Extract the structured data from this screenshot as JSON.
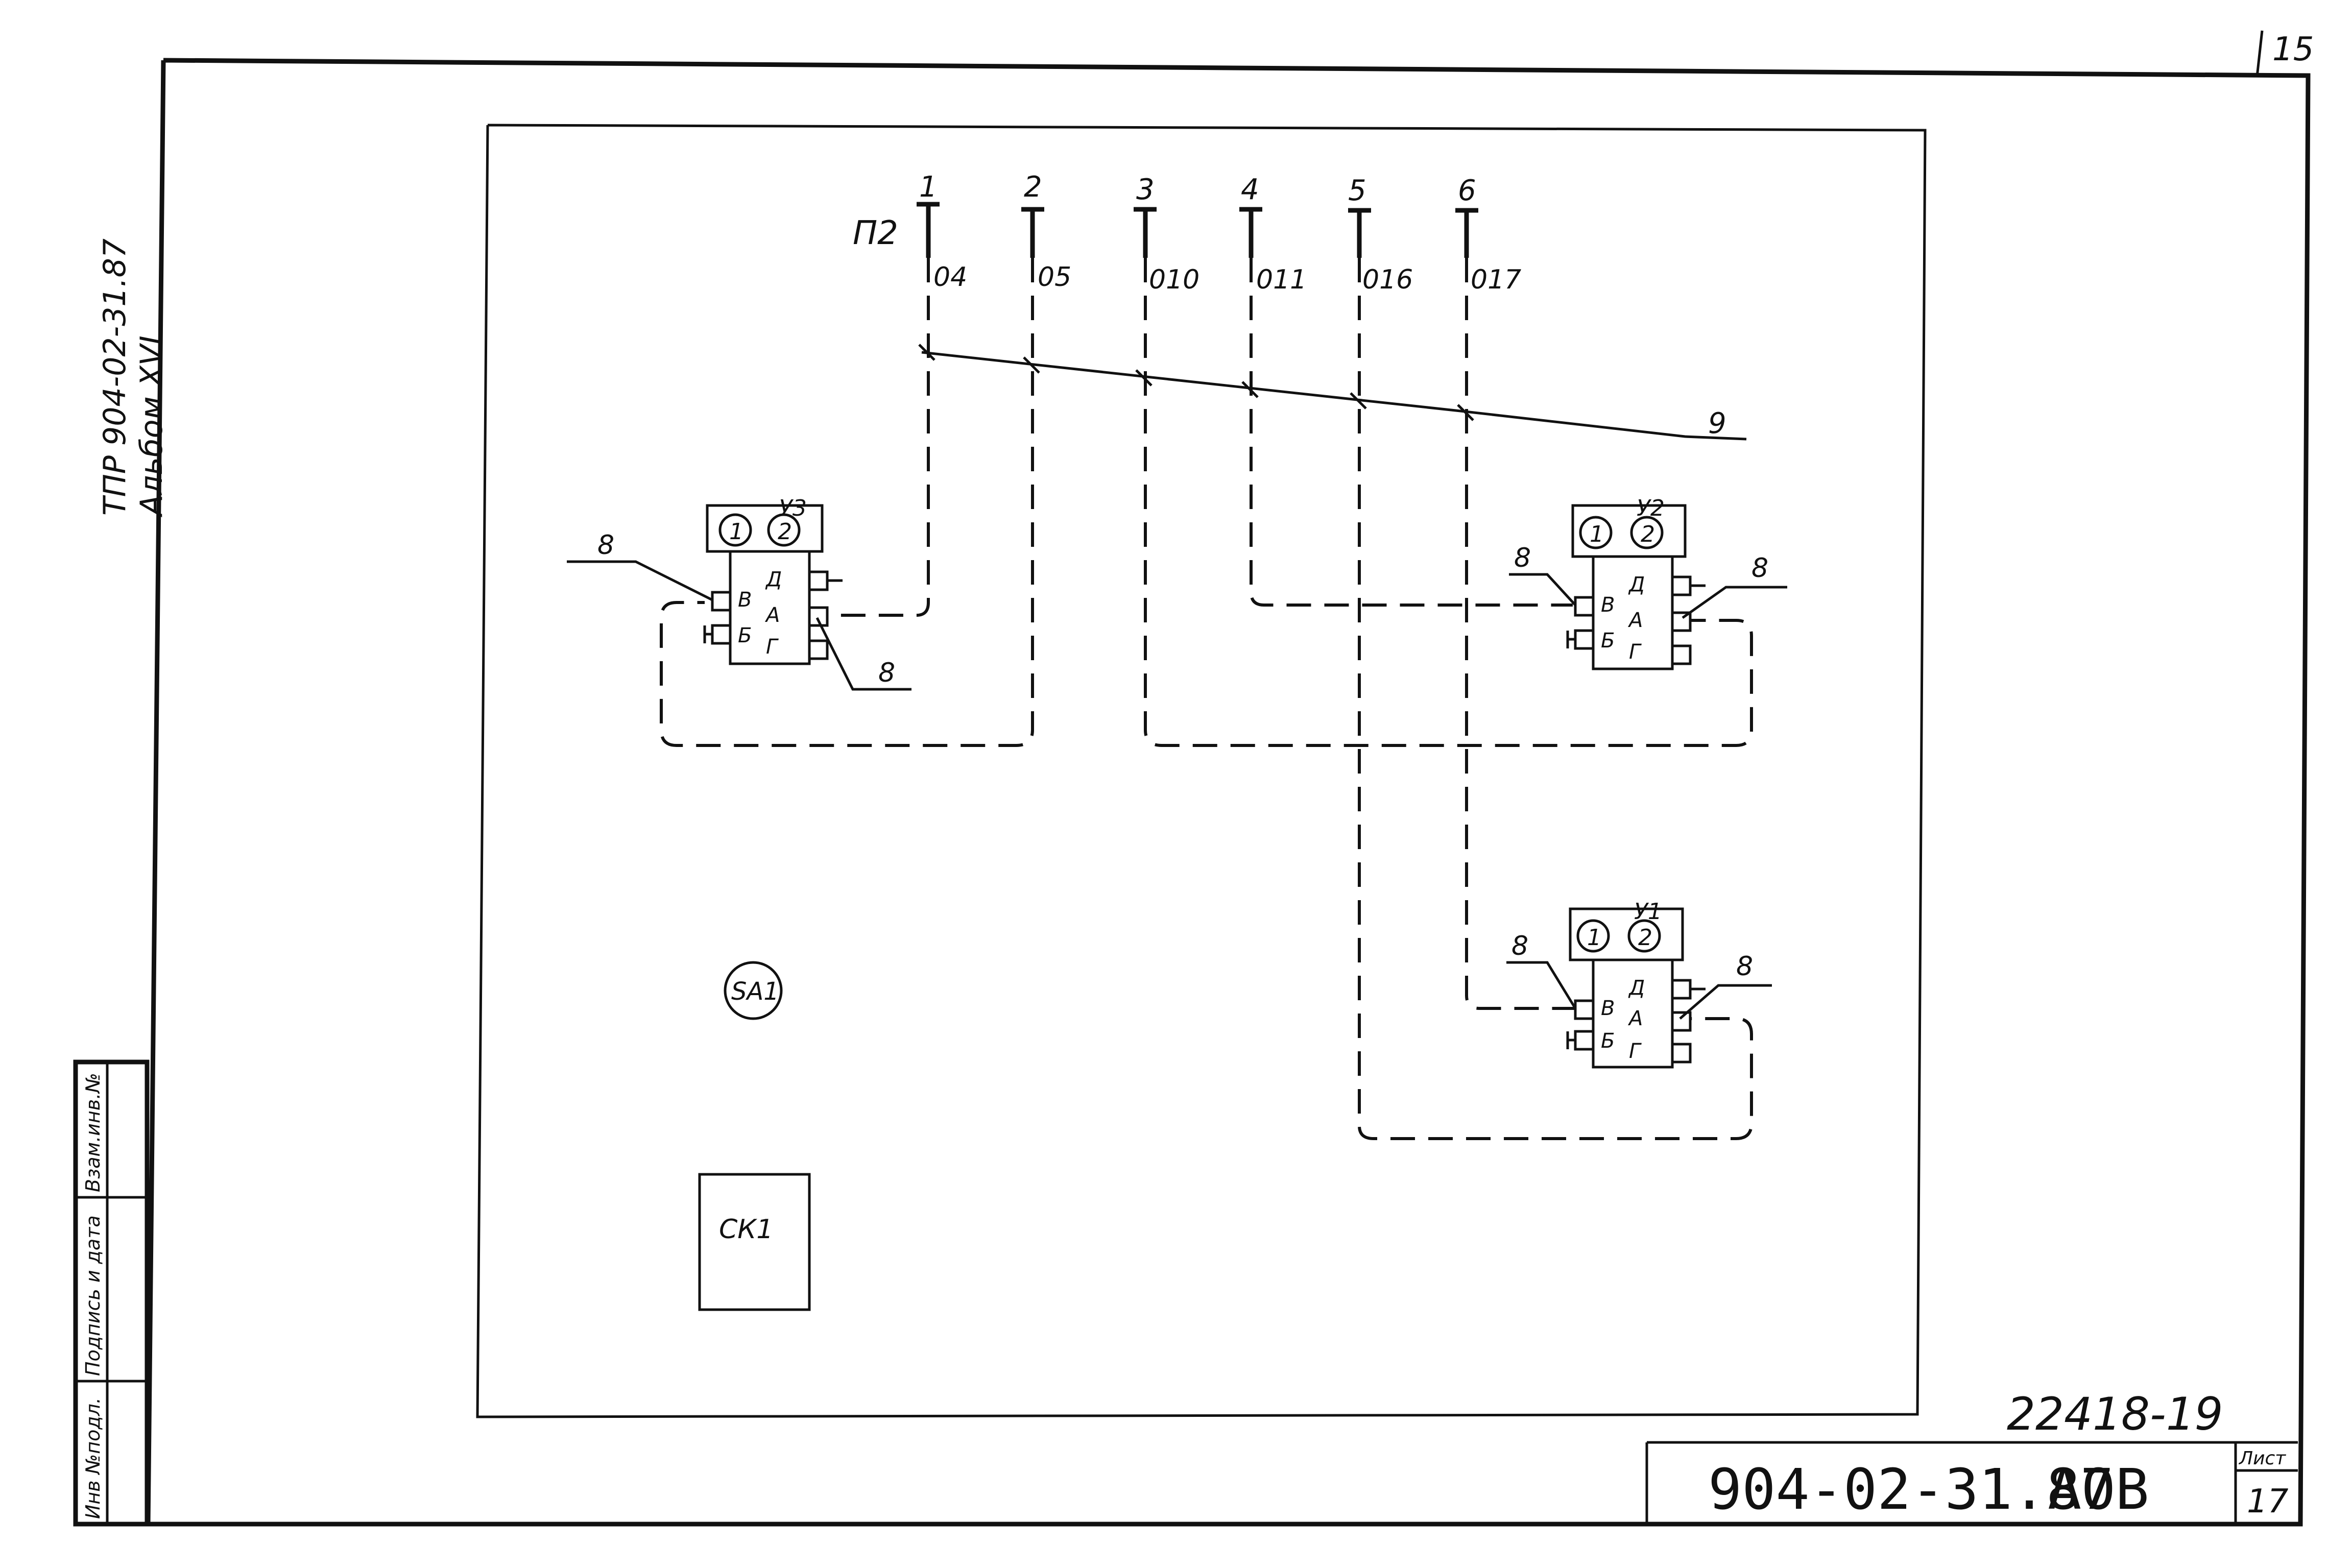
{
  "sheet": {
    "page_number": "15",
    "side_title_line1": "ТПР 904-02-31.87",
    "side_title_line2": "Альбом XVI",
    "stamp_cells": [
      "Инв №подл.",
      "Подпись и дата",
      "Взам.инв.№"
    ],
    "archive_number": "22418-19",
    "designation": "904-02-31.87",
    "section": "АОВ",
    "sheet_label": "Лист",
    "sheet_number": "17"
  },
  "diagram": {
    "terminal_block": "П2",
    "terminals": [
      {
        "num": "1",
        "wire": "04"
      },
      {
        "num": "2",
        "wire": "05"
      },
      {
        "num": "3",
        "wire": "010"
      },
      {
        "num": "4",
        "wire": "011"
      },
      {
        "num": "5",
        "wire": "016"
      },
      {
        "num": "6",
        "wire": "017"
      }
    ],
    "cable_label": "9",
    "devices": [
      {
        "name": "У3",
        "port_1": "1",
        "port_2": "2",
        "pins": [
          "В",
          "Б",
          "Д",
          "А",
          "Г"
        ],
        "callouts": [
          "8",
          "8"
        ]
      },
      {
        "name": "У2",
        "port_1": "1",
        "port_2": "2",
        "pins": [
          "В",
          "Б",
          "Д",
          "А",
          "Г"
        ],
        "callouts": [
          "8",
          "8"
        ]
      },
      {
        "name": "У1",
        "port_1": "1",
        "port_2": "2",
        "pins": [
          "В",
          "Б",
          "Д",
          "А",
          "Г"
        ],
        "callouts": [
          "8",
          "8"
        ]
      }
    ],
    "switch_label": "SA1",
    "box_label": "СК1"
  }
}
